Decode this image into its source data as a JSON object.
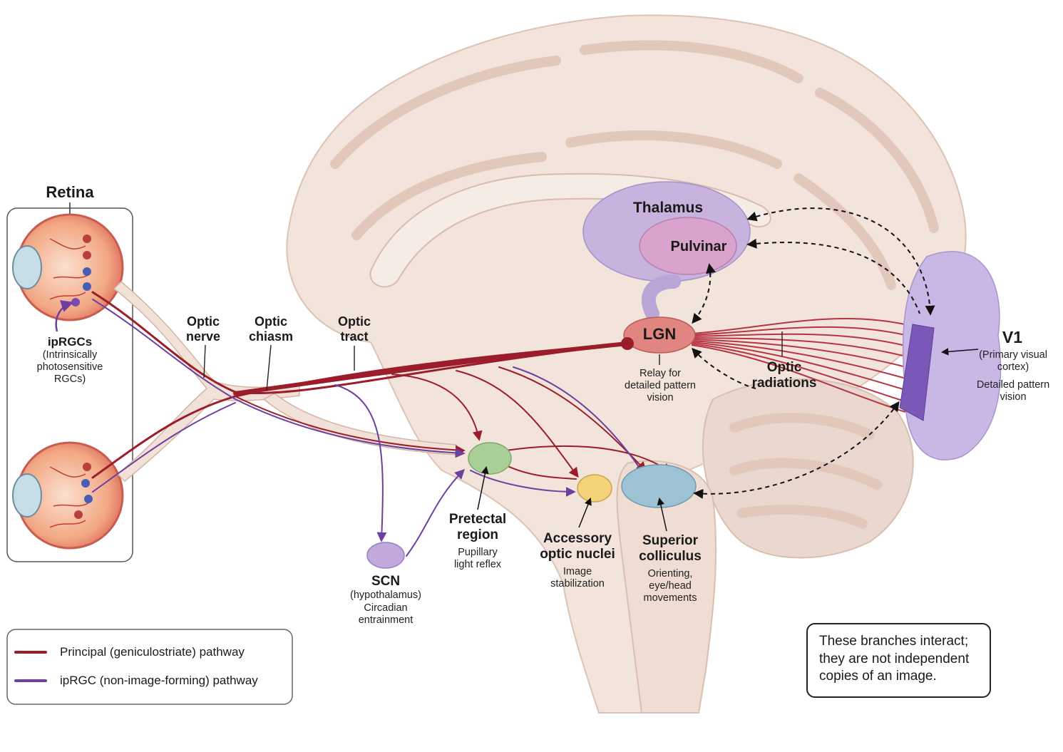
{
  "retina": {
    "title": "Retina",
    "iprgc_title": "ipRGCs",
    "iprgc_sub": [
      "(Intrinsically",
      "photosensitive",
      "RGCs)"
    ]
  },
  "pathway_labels": {
    "optic_nerve": [
      "Optic",
      "nerve"
    ],
    "optic_chiasm": [
      "Optic",
      "chiasm"
    ],
    "optic_tract": [
      "Optic",
      "tract"
    ],
    "optic_radiations": [
      "Optic",
      "radiations"
    ]
  },
  "nuclei": {
    "thalamus": "Thalamus",
    "pulvinar": "Pulvinar",
    "lgn": {
      "title": "LGN",
      "sub": [
        "Relay for",
        "detailed pattern",
        "vision"
      ]
    },
    "v1": {
      "title": "V1",
      "sub": [
        "(Primary visual",
        "cortex)",
        "Detailed pattern",
        "vision"
      ]
    },
    "pretectal": {
      "title": [
        "Pretectal",
        "region"
      ],
      "sub": [
        "Pupillary",
        "light reflex"
      ]
    },
    "accessory": {
      "title": [
        "Accessory",
        "optic nuclei"
      ],
      "sub": [
        "Image",
        "stabilization"
      ]
    },
    "superior": {
      "title": [
        "Superior",
        "colliculus"
      ],
      "sub": [
        "Orienting,",
        "eye/head",
        "movements"
      ]
    },
    "scn": {
      "title": "SCN",
      "sub": [
        "(hypothalamus)",
        "Circadian",
        "entrainment"
      ]
    }
  },
  "legend": {
    "items": [
      {
        "label": "Principal (geniculostriate) pathway",
        "color": "#9b1c2a"
      },
      {
        "label": "ipRGC (non-image-forming) pathway",
        "color": "#6d3fa0"
      }
    ]
  },
  "note": {
    "lines": [
      "These branches interact;",
      "they are not independent",
      "copies of an image."
    ]
  },
  "colors": {
    "brain": "#f2e3db",
    "brain_fold": "#e6d0c5",
    "thalamus": "#c7b3de",
    "pulvinar": "#d9a3cc",
    "lgn": "#e0857f",
    "v1": "#c9b8e6",
    "pretectal": "#a9cf97",
    "accessory": "#f4d27a",
    "superior": "#9cc2d4",
    "scn": "#c1a9dd",
    "principal": "#9b1c2a",
    "iprgc": "#6d3fa0"
  }
}
